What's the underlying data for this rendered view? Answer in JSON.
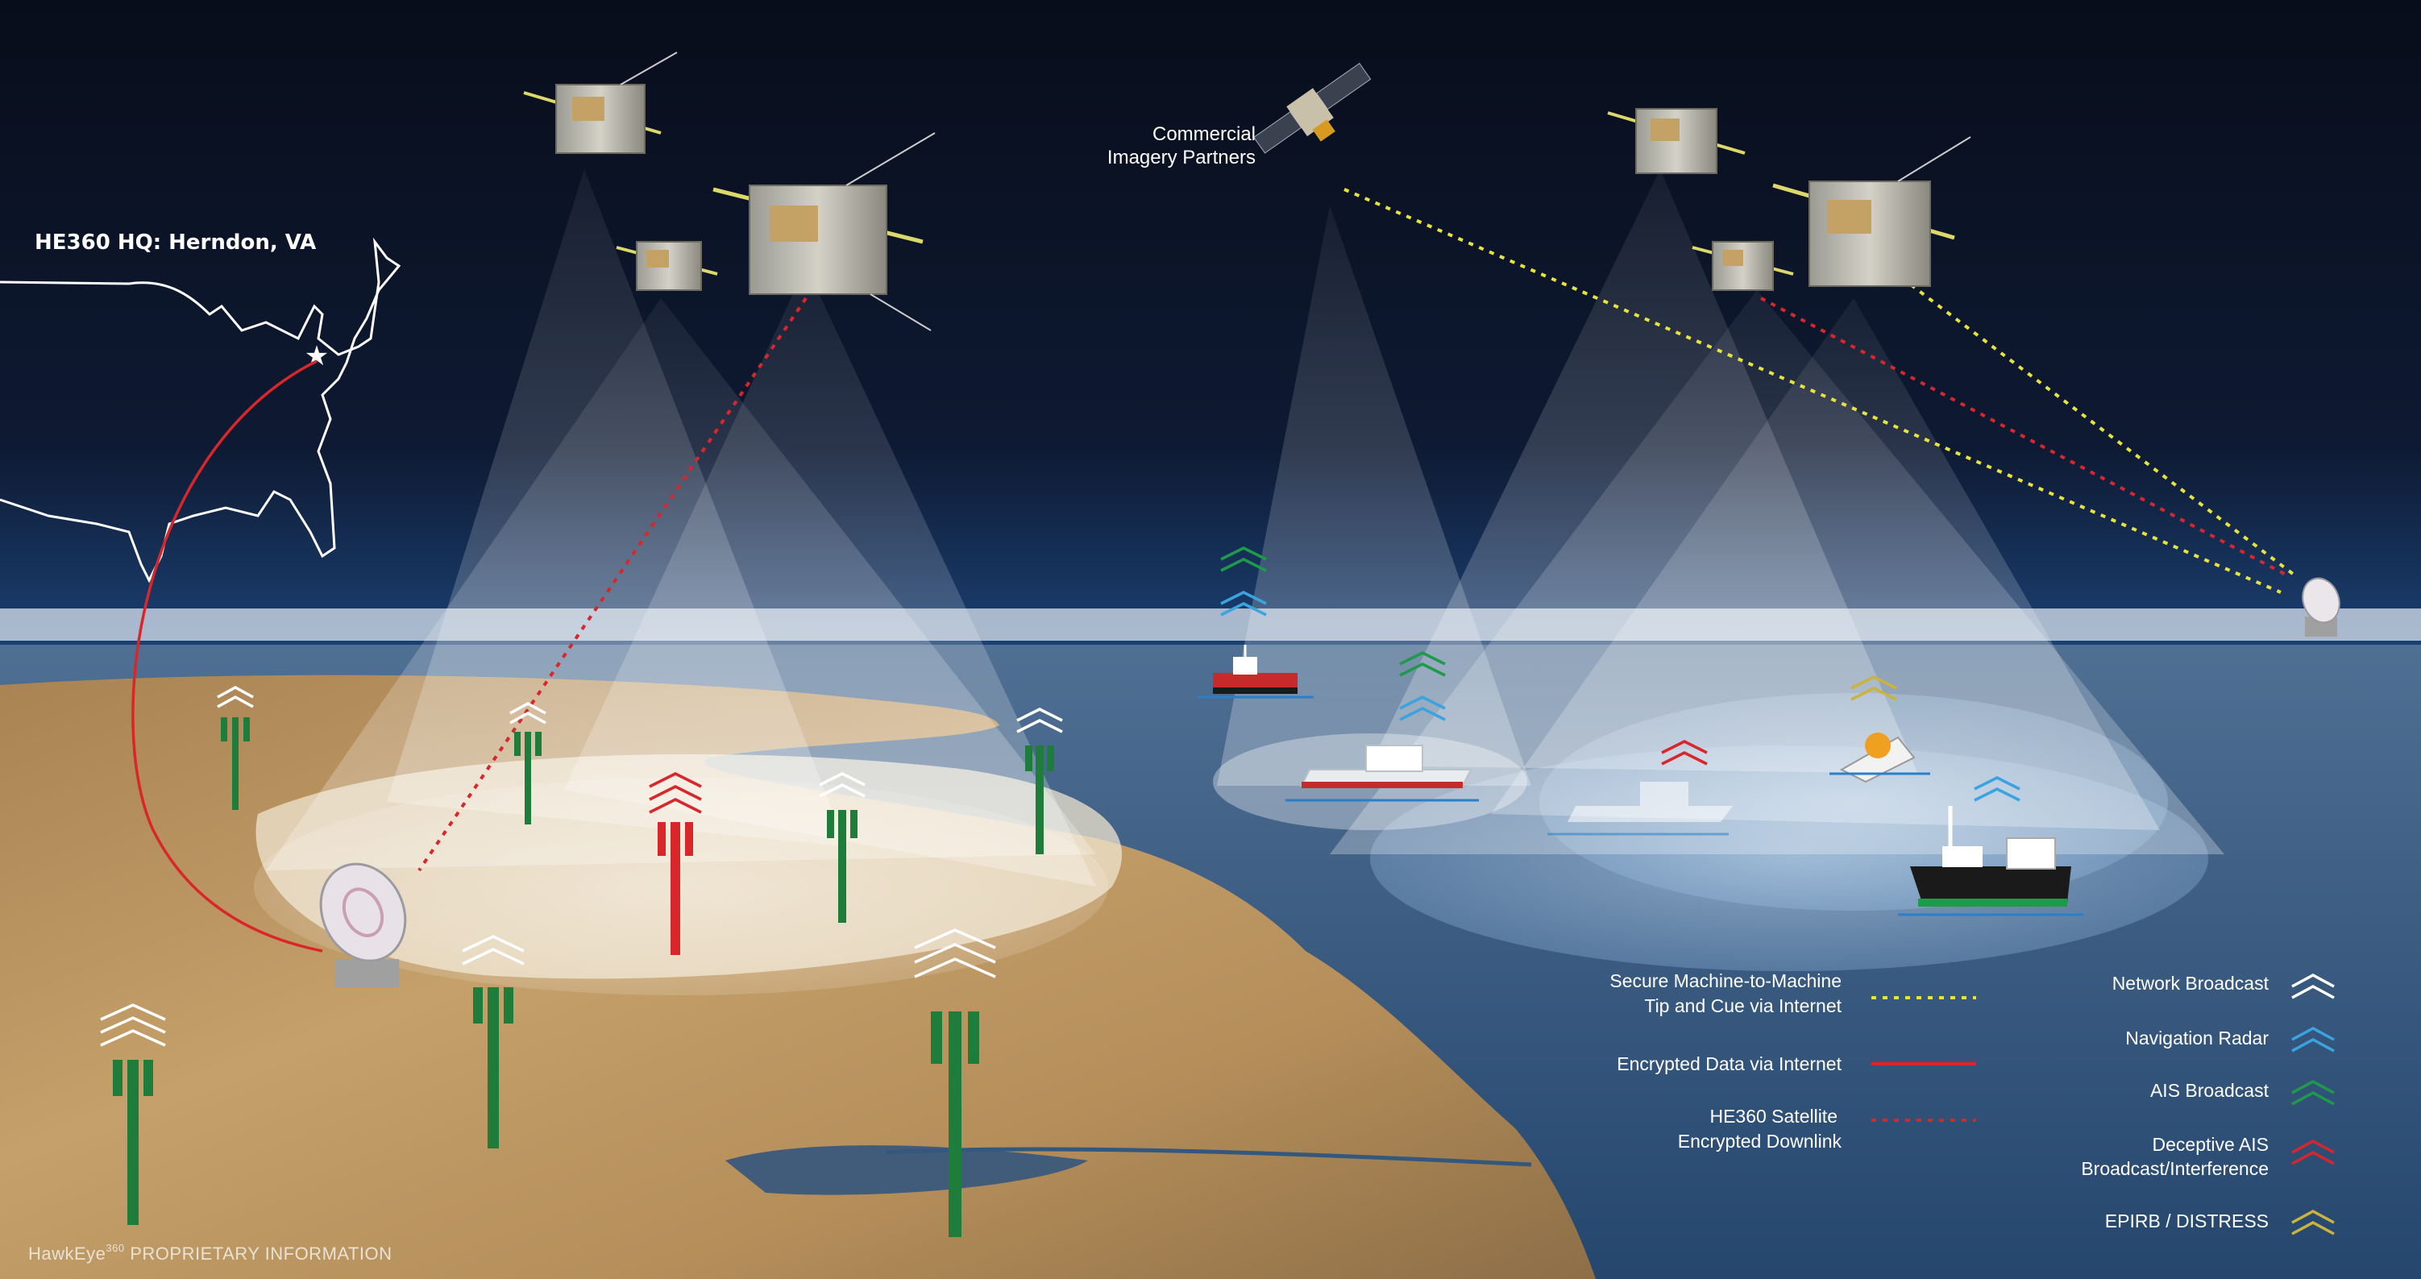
{
  "hq_label": "HE360 HQ: Herndon, VA",
  "commercial_partner": {
    "line1": "Commercial",
    "line2": "Imagery Partners"
  },
  "footer": {
    "brand": "HawkEye",
    "superscript": "360",
    "text": "PROPRIETARY INFORMATION"
  },
  "link_legend": [
    {
      "line1": "Secure Machine-to-Machine",
      "line2": "Tip and Cue via Internet",
      "style": "yellow-dotted",
      "color": "#e8e33a"
    },
    {
      "line1": "Encrypted Data via Internet",
      "line2": "",
      "style": "red-solid",
      "color": "#d9262a"
    },
    {
      "line1": "HE360 Satellite",
      "line2": "Encrypted Downlink",
      "style": "red-dotted",
      "color": "#d9262a"
    }
  ],
  "signal_legend": [
    {
      "line1": "Network Broadcast",
      "line2": "",
      "color": "#ffffff",
      "icon": "network-broadcast-chevron-icon"
    },
    {
      "line1": "Navigation Radar",
      "line2": "",
      "color": "#3aa3e0",
      "icon": "navigation-radar-chevron-icon"
    },
    {
      "line1": "AIS Broadcast",
      "line2": "",
      "color": "#1f9a4a",
      "icon": "ais-broadcast-chevron-icon"
    },
    {
      "line1": "Deceptive AIS",
      "line2": "Broadcast/Interference",
      "color": "#d9262a",
      "icon": "deceptive-ais-chevron-icon"
    },
    {
      "line1": "EPIRB / DISTRESS",
      "line2": "",
      "color": "#cbb340",
      "icon": "epirb-distress-chevron-icon"
    }
  ]
}
